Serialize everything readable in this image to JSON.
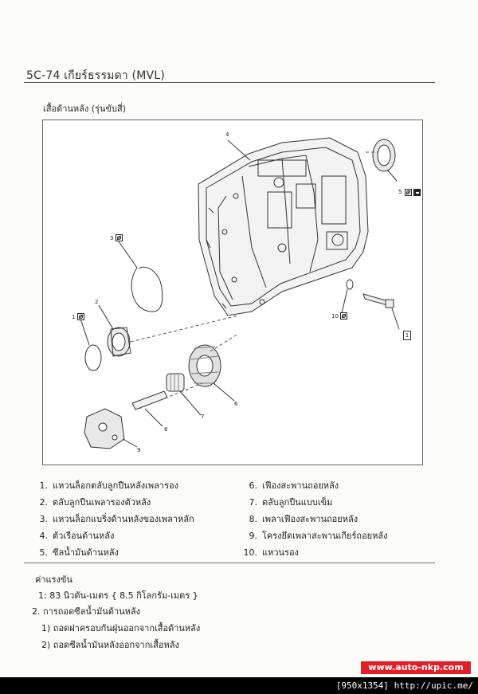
{
  "header": {
    "title": "5C-74 เกียร์ธรรมดา (MVL)"
  },
  "section": {
    "title": "เสื้อด้านหลัง (รุ่นขับสี่)"
  },
  "diagram": {
    "callouts": [
      "1",
      "2",
      "3",
      "4",
      "5",
      "6",
      "7",
      "8",
      "9",
      "10"
    ],
    "torque_ref": "1",
    "symbols": [
      "do-not-reuse-icon",
      "apply-grease-icon"
    ]
  },
  "legend": {
    "left": [
      {
        "num": "1.",
        "text": "แหวนล็อกตลับลูกปืนหลังเพลารอง"
      },
      {
        "num": "2.",
        "text": "ตลับลูกปืนเพลารองตัวหลัง"
      },
      {
        "num": "3.",
        "text": "แหวนล็อกแบริ่งด้านหลังของเพลาหลัก"
      },
      {
        "num": "4.",
        "text": "ตัวเรือนด้านหลัง"
      },
      {
        "num": "5.",
        "text": "ซีลน้ำมันด้านหลัง"
      }
    ],
    "right": [
      {
        "num": "6.",
        "text": "เฟืองสะพานถอยหลัง"
      },
      {
        "num": "7.",
        "text": "ตลับลูกปืนแบบเข็ม"
      },
      {
        "num": "8.",
        "text": "เพลาเฟืองสะพานถอยหลัง"
      },
      {
        "num": "9.",
        "text": "โครงยึดเพลาสะพานเกียร์ถอยหลัง"
      },
      {
        "num": "10.",
        "text": "แหวนรอง"
      }
    ]
  },
  "torque": {
    "heading": "ค่าแรงขัน",
    "ref": "1",
    "value": ": 83 นิวตัน-เมตร { 8.5 กิโลกรัม-เมตร }"
  },
  "steps": {
    "step2": "2.   การถอดซีลน้ำมันด้านหลัง",
    "sub1": "1)   ถอดฝาครอบกันฝุ่นออกจากเสื้อด้านหลัง",
    "sub2": "2)   ถอดซีลน้ำมันหลังออกจากเสื้อหลัง"
  },
  "watermark": {
    "text": "www.auto-nkp.com"
  },
  "footer": {
    "text": "[950x1354] http://upic.me/"
  }
}
